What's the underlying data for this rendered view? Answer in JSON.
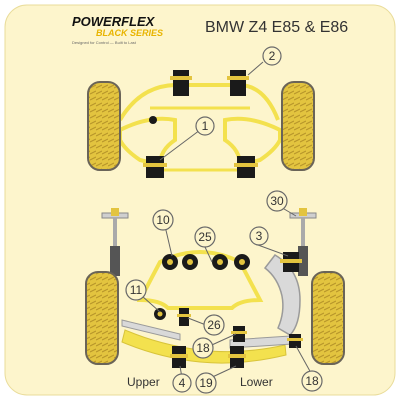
{
  "brand": {
    "name": "POWERFLEX",
    "subname": "BLACK SERIES",
    "tagline": "Designed for Control — Built to Last"
  },
  "title": "BMW Z4 E85 & E86",
  "colors": {
    "panel": "#fdf5cc",
    "frame": "#f3e14e",
    "tyre_yellow": "#e3c43f",
    "tyre_dark": "#6a6458",
    "bush_black": "#1a1a1a",
    "leader": "#666666",
    "label_ring": "#6a6a6a"
  },
  "callouts": [
    {
      "number": "1"
    },
    {
      "number": "2"
    },
    {
      "number": "10"
    },
    {
      "number": "25"
    },
    {
      "number": "3"
    },
    {
      "number": "30"
    },
    {
      "number": "11"
    },
    {
      "number": "26"
    },
    {
      "number": "18"
    },
    {
      "number": "4"
    },
    {
      "number": "19"
    },
    {
      "number": "18"
    }
  ],
  "text_labels": {
    "upper": "Upper",
    "lower": "Lower"
  }
}
